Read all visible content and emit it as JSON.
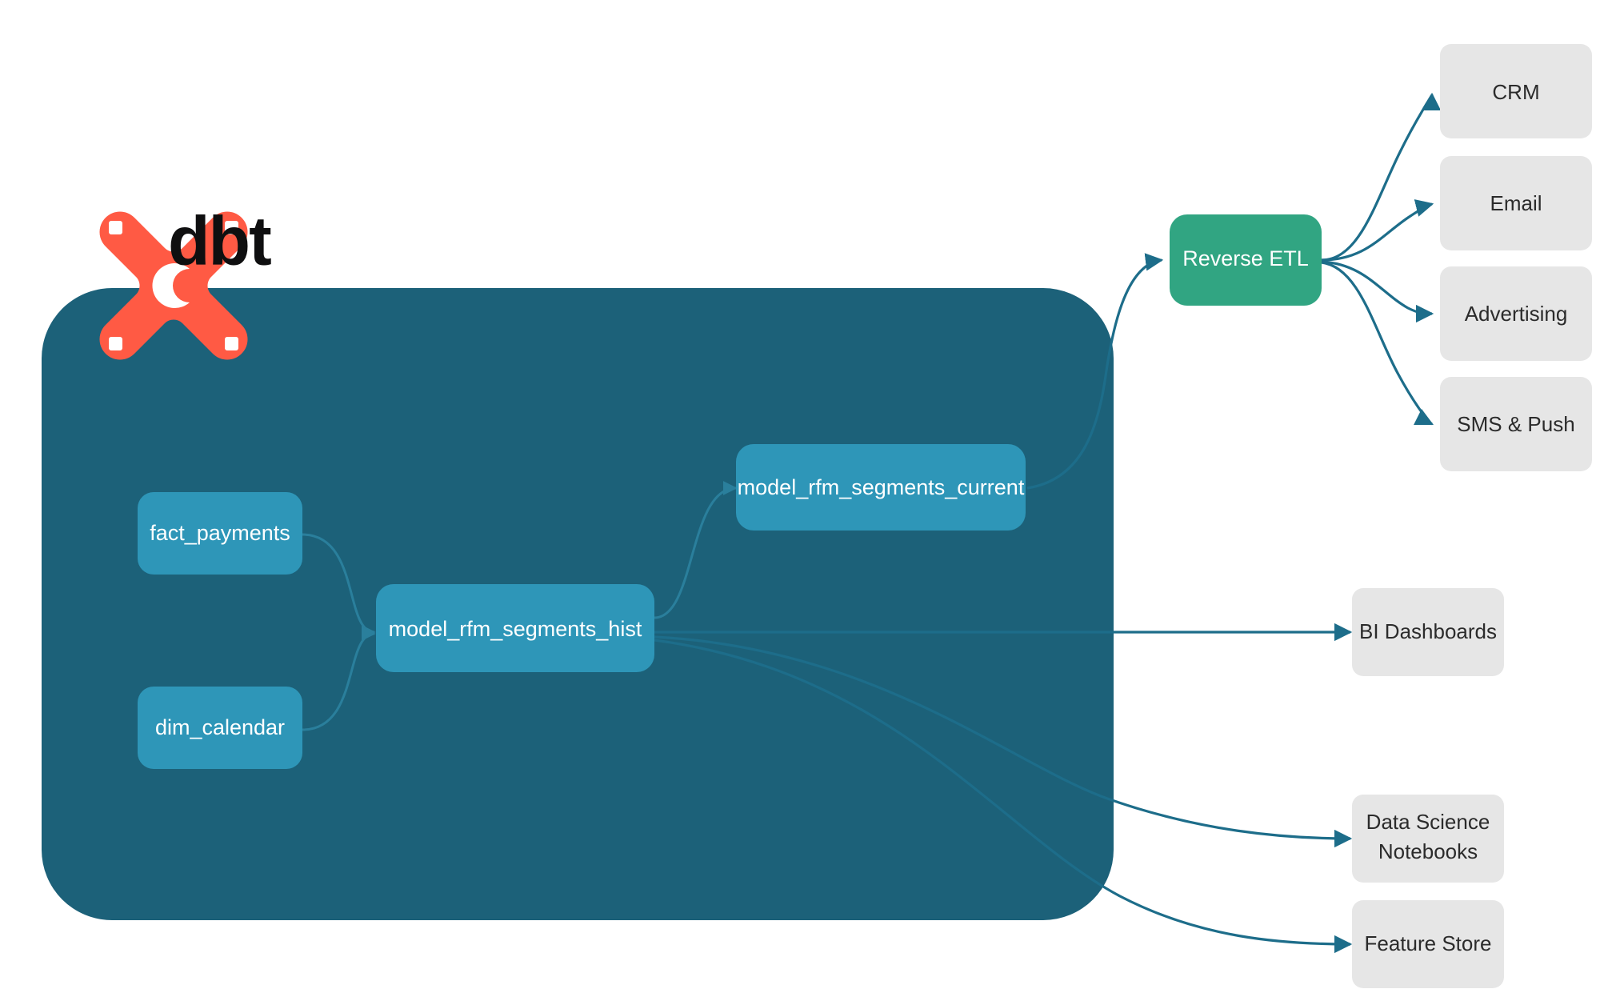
{
  "diagram": {
    "title": "dbt",
    "background_color": "#ffffff",
    "brand": {
      "logo_name": "dbt-logo-icon",
      "wordmark": "dbt",
      "logo_color": "#FF5A44",
      "wordmark_color": "#0f0f10"
    },
    "warehouse_container": {
      "label": "",
      "fill": "#1c6179",
      "corner_radius": 88
    },
    "models": [
      {
        "id": "fact_payments",
        "label": "fact_payments",
        "fill": "#2e96b8",
        "text_color": "#ffffff"
      },
      {
        "id": "dim_calendar",
        "label": "dim_calendar",
        "fill": "#2e96b8",
        "text_color": "#ffffff"
      },
      {
        "id": "model_rfm_segments_hist",
        "label": "model_rfm_segments_hist",
        "fill": "#2e96b8",
        "text_color": "#ffffff"
      },
      {
        "id": "model_rfm_segments_current",
        "label": "model_rfm_segments_current",
        "fill": "#2e96b8",
        "text_color": "#ffffff"
      }
    ],
    "activation": {
      "id": "reverse_etl",
      "label": "Reverse ETL",
      "fill": "#31a582",
      "text_color": "#ffffff"
    },
    "destinations": [
      {
        "id": "crm",
        "label": "CRM",
        "fill": "#e6e6e6",
        "text_color": "#2b2b2b",
        "lines": [
          "CRM"
        ]
      },
      {
        "id": "email",
        "label": "Email",
        "fill": "#e6e6e6",
        "text_color": "#2b2b2b",
        "lines": [
          "Email"
        ]
      },
      {
        "id": "advertising",
        "label": "Advertising",
        "fill": "#e6e6e6",
        "text_color": "#2b2b2b",
        "lines": [
          "Advertising"
        ]
      },
      {
        "id": "sms_push",
        "label": "SMS & Push",
        "fill": "#e6e6e6",
        "text_color": "#2b2b2b",
        "lines": [
          "SMS & Push"
        ]
      }
    ],
    "consumers": [
      {
        "id": "bi_dashboards",
        "label": "BI Dashboards",
        "fill": "#e6e6e6",
        "text_color": "#2b2b2b",
        "lines": [
          "BI Dashboards"
        ]
      },
      {
        "id": "data_science_notebooks",
        "label": "Data Science Notebooks",
        "fill": "#e6e6e6",
        "text_color": "#2b2b2b",
        "lines": [
          "Data Science",
          "Notebooks"
        ]
      },
      {
        "id": "feature_store",
        "label": "Feature Store",
        "fill": "#e6e6e6",
        "text_color": "#2b2b2b",
        "lines": [
          "Feature Store"
        ]
      }
    ],
    "edges": {
      "internal_color": "#2a7f9c",
      "external_color": "#1d6d8a",
      "connections": [
        {
          "from": "fact_payments",
          "to": "model_rfm_segments_hist",
          "scope": "internal"
        },
        {
          "from": "dim_calendar",
          "to": "model_rfm_segments_hist",
          "scope": "internal"
        },
        {
          "from": "model_rfm_segments_hist",
          "to": "model_rfm_segments_current",
          "scope": "internal"
        },
        {
          "from": "model_rfm_segments_current",
          "to": "reverse_etl",
          "scope": "external"
        },
        {
          "from": "model_rfm_segments_hist",
          "to": "bi_dashboards",
          "scope": "external"
        },
        {
          "from": "model_rfm_segments_hist",
          "to": "data_science_notebooks",
          "scope": "external"
        },
        {
          "from": "model_rfm_segments_hist",
          "to": "feature_store",
          "scope": "external"
        },
        {
          "from": "reverse_etl",
          "to": "crm",
          "scope": "external"
        },
        {
          "from": "reverse_etl",
          "to": "email",
          "scope": "external"
        },
        {
          "from": "reverse_etl",
          "to": "advertising",
          "scope": "external"
        },
        {
          "from": "reverse_etl",
          "to": "sms_push",
          "scope": "external"
        }
      ]
    }
  }
}
